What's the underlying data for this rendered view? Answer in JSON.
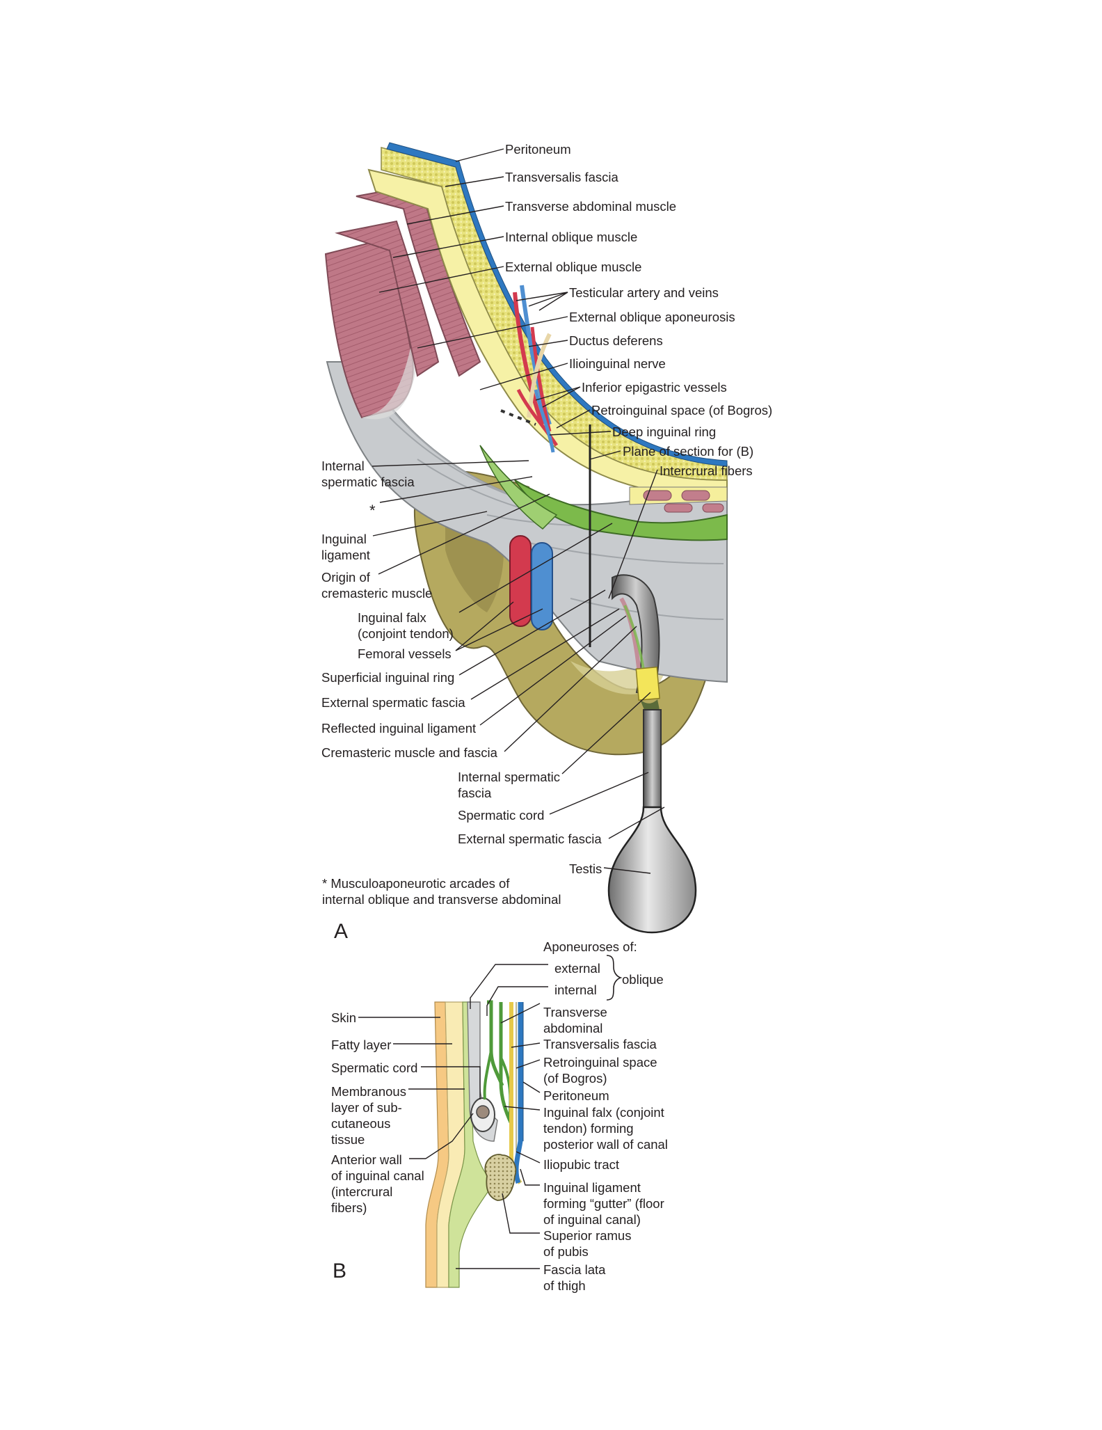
{
  "panel_a": {
    "letter": "A",
    "labels": {
      "peritoneum": "Peritoneum",
      "transversalis_fascia": "Transversalis fascia",
      "transverse_abdominal_muscle": "Transverse abdominal muscle",
      "internal_oblique_muscle": "Internal oblique muscle",
      "external_oblique_muscle": "External oblique muscle",
      "testicular_artery_veins": "Testicular artery and veins",
      "external_oblique_aponeurosis": "External oblique aponeurosis",
      "ductus_deferens": "Ductus deferens",
      "ilioinguinal_nerve": "Ilioinguinal nerve",
      "inferior_epigastric_vessels": "Inferior epigastric vessels",
      "retroinguinal_space": "Retroinguinal space (of Bogros)",
      "deep_inguinal_ring": "Deep inguinal ring",
      "plane_of_section": "Plane of section for (B)",
      "intercrural_fibers": "Intercrural fibers",
      "internal_spermatic_fascia_left": "Internal\nspermatic fascia",
      "asterisk": "*",
      "inguinal_ligament": "Inguinal\nligament",
      "origin_cremasteric": "Origin of\ncremasteric muscle",
      "inguinal_falx": "Inguinal falx\n(conjoint tendon)",
      "femoral_vessels": "Femoral vessels",
      "superficial_inguinal_ring": "Superficial inguinal ring",
      "external_spermatic_fascia_left": "External spermatic fascia",
      "reflected_inguinal_ligament": "Reflected inguinal ligament",
      "cremasteric_muscle_fascia": "Cremasteric muscle and fascia",
      "internal_spermatic_fascia_bottom": "Internal spermatic\nfascia",
      "spermatic_cord": "Spermatic cord",
      "external_spermatic_fascia_bottom": "External spermatic fascia",
      "testis": "Testis"
    },
    "footnote": "* Musculoaponeurotic arcades of\ninternal oblique and transverse abdominal"
  },
  "panel_b": {
    "letter": "B",
    "labels": {
      "aponeuroses_of": "Aponeuroses of:",
      "external": "external",
      "internal": "internal",
      "oblique": "oblique",
      "transverse_abdominal": "Transverse\nabdominal",
      "transversalis_fascia": "Transversalis fascia",
      "retroinguinal_space": "Retroinguinal space\n(of Bogros)",
      "peritoneum": "Peritoneum",
      "inguinal_falx": "Inguinal falx (conjoint\ntendon) forming\nposterior wall of canal",
      "iliopubic_tract": "Iliopubic tract",
      "inguinal_ligament": "Inguinal ligament\nforming “gutter” (floor\nof inguinal canal)",
      "superior_ramus": "Superior ramus\nof pubis",
      "fascia_lata": "Fascia lata\nof thigh",
      "skin": "Skin",
      "fatty_layer": "Fatty layer",
      "spermatic_cord": "Spermatic cord",
      "membranous_layer": "Membranous\nlayer of sub-\ncutaneous\ntissue",
      "anterior_wall": "Anterior wall\nof inguinal canal\n(intercrural\nfibers)"
    }
  },
  "colors": {
    "muscle": "#c27e8c",
    "fascia_yellow": "#f5ef9c",
    "fat": "#e3de7a",
    "peritoneum_blue": "#2e78c0",
    "bone": "#b7ab62",
    "green": "#79b94a",
    "artery": "#d33a4e",
    "vein": "#4f8fd1",
    "aponeurosis_gray": "#c9cccf",
    "testis_gray": "#9b9b9b",
    "skin_orange": "#f6c983"
  }
}
